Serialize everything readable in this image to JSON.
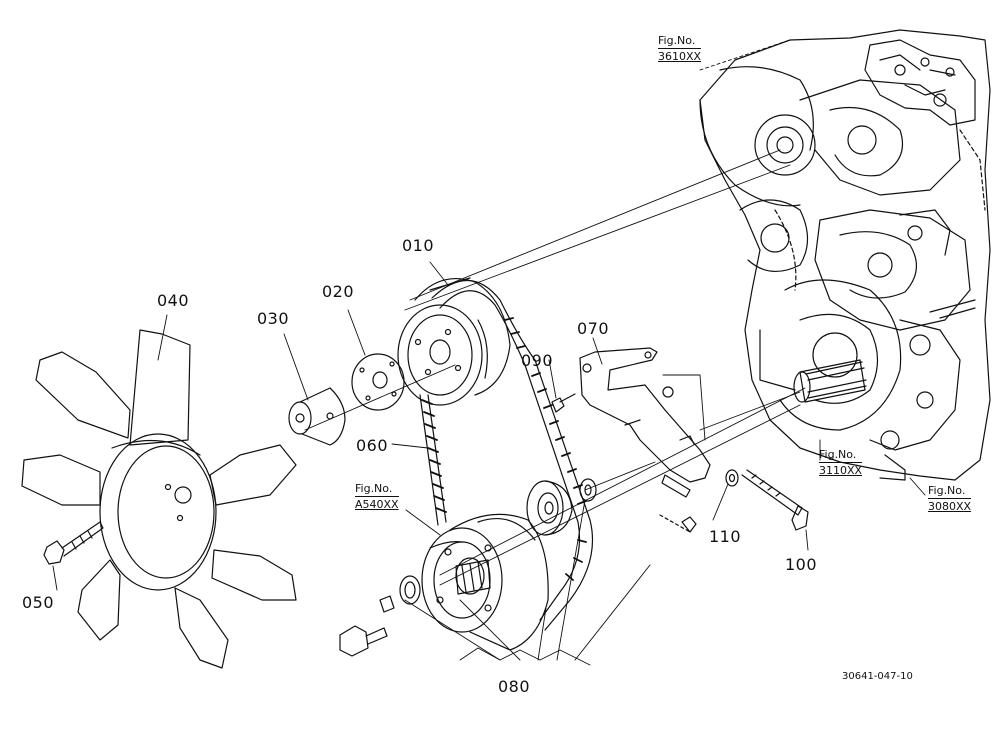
{
  "parts": [
    {
      "id": "p010",
      "num": "010"
    },
    {
      "id": "p020",
      "num": "020"
    },
    {
      "id": "p030",
      "num": "030"
    },
    {
      "id": "p040",
      "num": "040"
    },
    {
      "id": "p050",
      "num": "050"
    },
    {
      "id": "p060",
      "num": "060"
    },
    {
      "id": "p070",
      "num": "070"
    },
    {
      "id": "p080",
      "num": "080"
    },
    {
      "id": "p090",
      "num": "090"
    },
    {
      "id": "p100",
      "num": "100"
    },
    {
      "id": "p110",
      "num": "110"
    }
  ],
  "figure_refs": [
    {
      "label": "Fig.No.",
      "code": "3610XX"
    },
    {
      "label": "Fig.No.",
      "code": "A540XX"
    },
    {
      "label": "Fig.No.",
      "code": "3110XX"
    },
    {
      "label": "Fig.No.",
      "code": "3080XX"
    }
  ],
  "drawing_id": "30641-047-10"
}
